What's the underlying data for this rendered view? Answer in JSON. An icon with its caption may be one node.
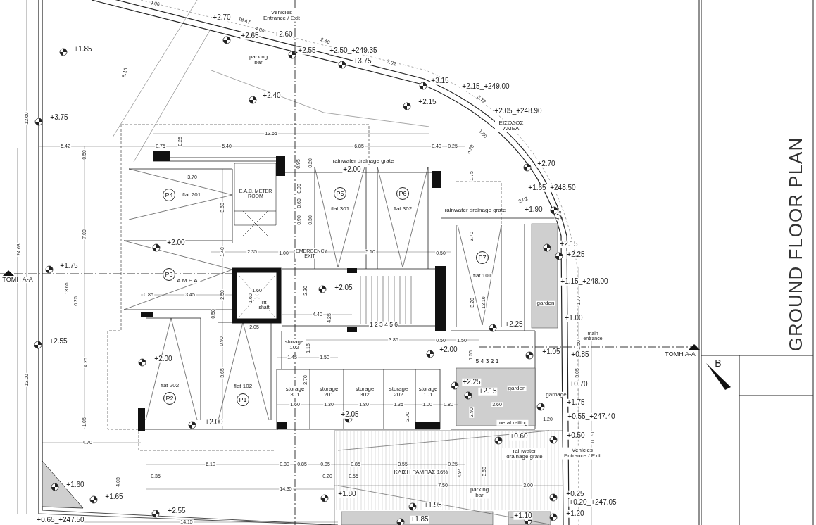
{
  "diagram": {
    "title": "GROUND FLOOR PLAN",
    "nodes": [
      {
        "text": [
          "P4"
        ],
        "beside": [
          "flat 201"
        ]
      },
      {
        "text": [
          "P5"
        ],
        "beside": [
          "flat 301"
        ]
      },
      {
        "text": [
          "P6"
        ],
        "beside": [
          "flat 302"
        ]
      },
      {
        "text": [
          "P7"
        ],
        "beside": [
          "flat 101"
        ]
      },
      {
        "text": [
          "P3"
        ],
        "beside": [
          "A.M.E.A."
        ]
      },
      {
        "text": [
          "P2"
        ],
        "beside": [
          "flat 202"
        ]
      },
      {
        "text": [
          "P1"
        ],
        "beside": [
          "flat 102"
        ]
      }
    ],
    "labels": [
      "9.06",
      "+2.70",
      "Vehicles Entrance / Exit",
      "18.47",
      "4.00",
      "+2.65",
      "+2.60",
      "+1.85",
      "2.40",
      "+2.55",
      "+2.50_+249.35",
      "parking bar",
      "+3.75",
      "3.02",
      "8.16",
      "+3.15",
      "+2.15_+249.00",
      "+2.40",
      "3.72",
      "+2.15",
      "+2.05_+248.90",
      "+3.75",
      "12.60",
      "ΕΙΣΟΔΟΣ ΑΜΕΑ",
      "1.00",
      "13.65",
      "5.42",
      "0.75",
      "0.25",
      "5.40",
      "6.85",
      "0.40",
      "0.25",
      "3.30",
      "0.50",
      "0.95",
      "0.20",
      "rainwater drainage grate",
      "+2.70",
      "+2.00",
      "3.70",
      "1.75",
      "E.A.C. METER ROOM",
      "0.90",
      "+1.65_+248.50",
      "3.60",
      "0.60",
      "rainwater drainage grate",
      "2.02",
      "+1.90",
      "1.15",
      "0.90",
      "0.30",
      "7.00",
      "+2.00",
      "3.70",
      "+2.15",
      "24.63",
      "1.40",
      "2.35",
      "1.00",
      "EMERGENCY EXIT",
      "5.10",
      "0.50",
      "+2.25",
      "+1.75",
      "TOMH A-A",
      "+1.15_+248.00",
      "13.65",
      "0.25",
      "0.85",
      "3.45",
      "2.50",
      "1.60",
      "1.60",
      "lift shaft",
      "2.20",
      "+2.05",
      "3.20",
      "12.10",
      "garden",
      "1.77",
      "0.58",
      "4.40",
      "4.25",
      "+1.00",
      "2.05",
      "1 2 3 4 5 6",
      "+2.25",
      "+2.55",
      "0.90",
      "storage 102",
      "1.16",
      "3.85",
      "0.50",
      "1.50",
      "1.50",
      "main entrance",
      "4.25",
      "+2.00",
      "1.45",
      "1.50",
      "+2.00",
      "1.55",
      "5 4 3 2 1",
      "+1.05",
      "+0.85",
      "TOMH A-A",
      "B",
      "12.00",
      "3.65",
      "2.70",
      "+2.25",
      "3.05",
      "+0.70",
      "storage 301",
      "storage 201",
      "storage 302",
      "storage 202",
      "storage 101",
      "+2.15",
      "garden",
      "garbage",
      "1.60",
      "1.30",
      "1.80",
      "1.35",
      "1.00",
      "0.80",
      "3.60",
      "+1.75",
      "1.05",
      "+2.00",
      "+2.05",
      "2.70",
      "2.90",
      "metal railing",
      "1.20",
      "+0.55_+247.40",
      "4.70",
      "+0.60",
      "+0.50",
      "11.70",
      "rainwater drainage grate",
      "Vehicles Entrance / Exit",
      "6.10",
      "0.80",
      "0.85",
      "0.85",
      "0.85",
      "3.55",
      "0.25",
      "0.35",
      "0.20",
      "0.55",
      "ΚΛΙΣΗ ΡΑΜΠΑΣ 16%",
      "4.94",
      "3.60",
      "+1.60",
      "4.03",
      "14.35",
      "7.50",
      "3.00",
      "+1.65",
      "+1.80",
      "parking bar",
      "+0.25",
      "+1.95",
      "+0.20_+247.05",
      "+0.65_+247.50",
      "+2.55",
      "14.15",
      "+1.85",
      "+1.10",
      "+1.20"
    ]
  }
}
